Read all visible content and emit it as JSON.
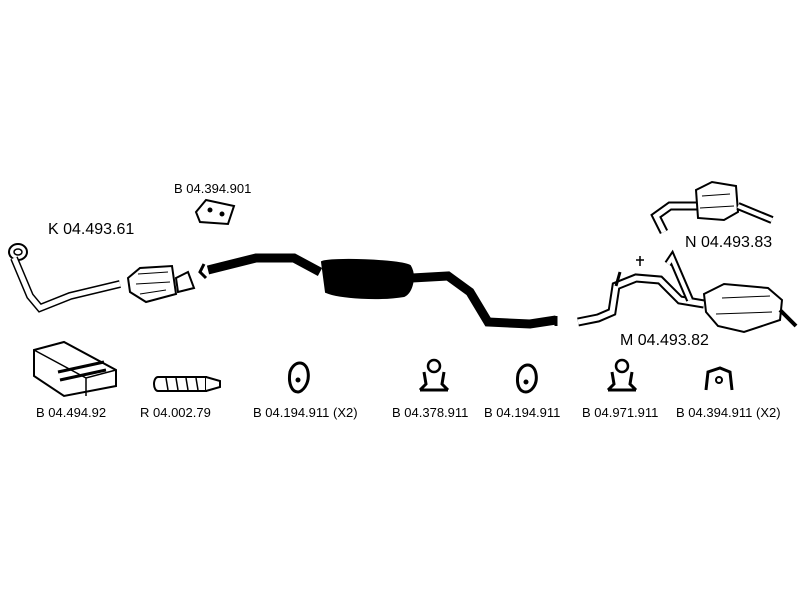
{
  "parts": {
    "front_pipe": "K 04.493.61",
    "gasket_top": "B 04.394.901",
    "rear_silencer_alt": "N 04.493.83",
    "rear_silencer": "M 04.493.82",
    "mounting_kit": "B 04.494.92",
    "repair_pipe": "R 04.002.79",
    "rubber_mount_1": "B 04.194.911 (X2)",
    "rubber_mount_2": "B 04.378.911",
    "rubber_mount_3": "B 04.194.911",
    "rubber_mount_4": "B 04.971.911",
    "rubber_mount_5": "B 04.394.911 (X2)"
  },
  "colors": {
    "ink": "#000000",
    "background": "#ffffff"
  }
}
